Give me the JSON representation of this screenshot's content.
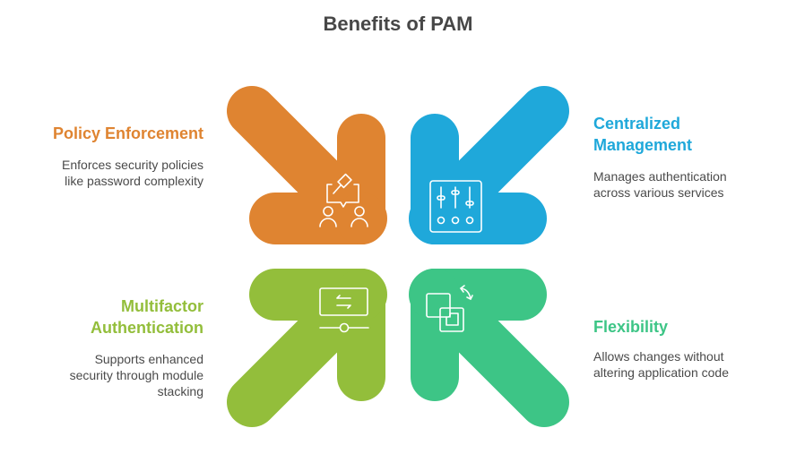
{
  "title": "Benefits of PAM",
  "colors": {
    "policy": "#DF8431",
    "centralized": "#1FA8DA",
    "multifactor": "#93BE3B",
    "flexibility": "#3DC586",
    "icon_stroke": "#ffffff",
    "title_text": "#474747",
    "desc_text": "#4a4a4a"
  },
  "benefits": [
    {
      "id": "policy",
      "heading": "Policy Enforcement",
      "description": "Enforces security policies like password complexity",
      "arrow_direction": "down-right",
      "icon": "gavel-meeting-icon"
    },
    {
      "id": "centralized",
      "heading_line1": "Centralized",
      "heading_line2": "Management",
      "description": "Manages authentication across various services",
      "arrow_direction": "down-left",
      "icon": "sliders-panel-icon"
    },
    {
      "id": "multifactor",
      "heading_line1": "Multifactor",
      "heading_line2": "Authentication",
      "description_line1": "Supports enhanced",
      "description_line2": "security through module",
      "description_line3": "stacking",
      "arrow_direction": "up-right",
      "icon": "switch-slider-icon"
    },
    {
      "id": "flexibility",
      "heading": "Flexibility",
      "description": "Allows changes without altering application code",
      "arrow_direction": "up-left",
      "icon": "swap-layers-icon"
    }
  ]
}
